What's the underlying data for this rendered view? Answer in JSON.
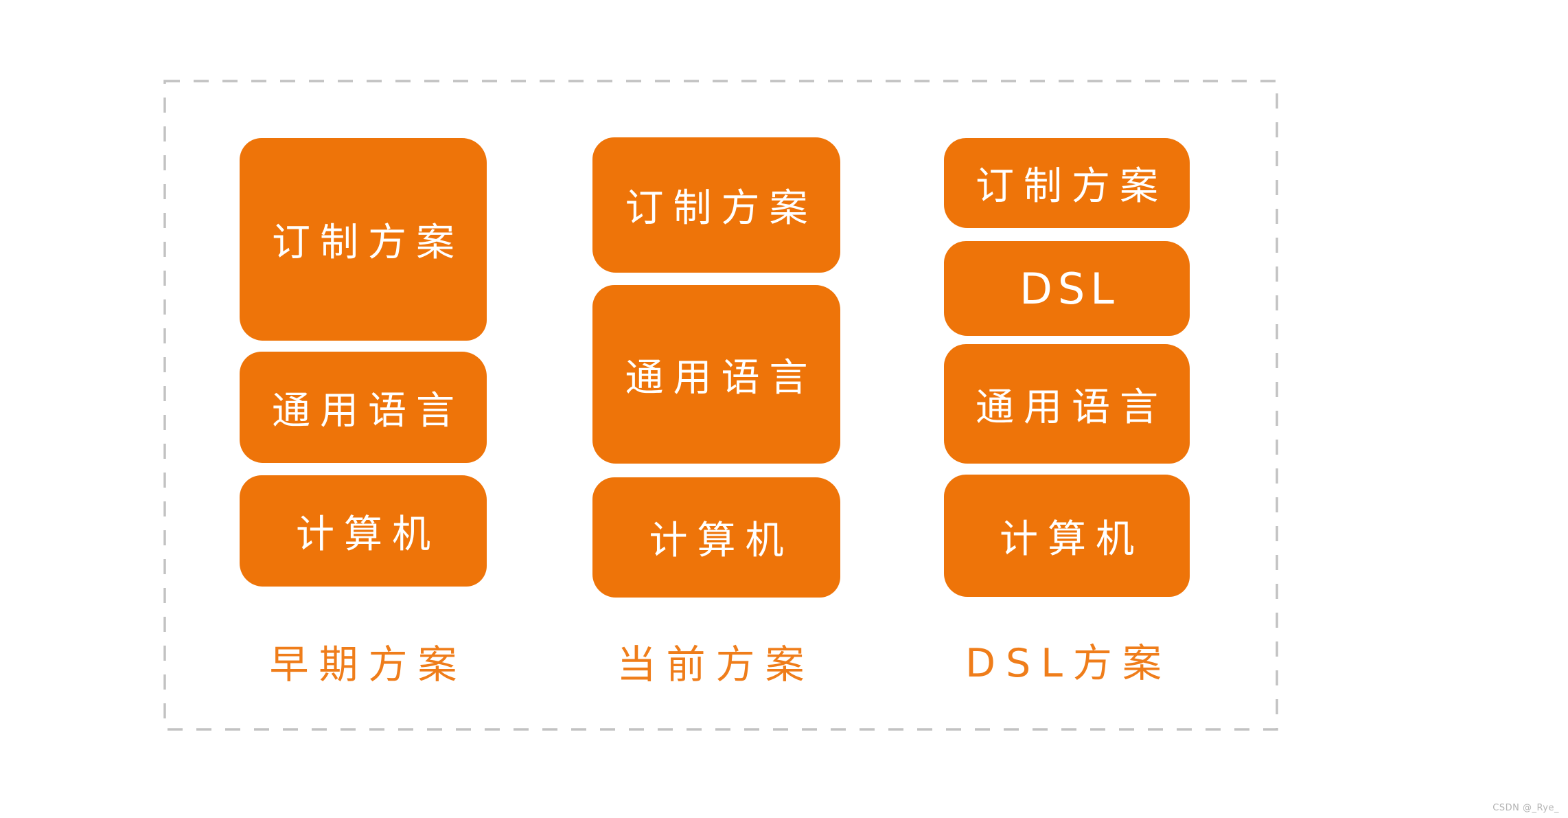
{
  "page": {
    "background_color": "#FFFFFF"
  },
  "colors": {
    "box_fill": "#EE7409",
    "box_text": "#FFFFFF",
    "column_label_text": "#EF7D1A",
    "boundary_dash": "#C2C2C2",
    "watermark_text": "#B3B3B3"
  },
  "diagram": {
    "columns": [
      {
        "label": "早期方案",
        "boxes": [
          {
            "label": "订制方案"
          },
          {
            "label": "通用语言"
          },
          {
            "label": "计算机"
          }
        ]
      },
      {
        "label": "当前方案",
        "boxes": [
          {
            "label": "订制方案"
          },
          {
            "label": "通用语言"
          },
          {
            "label": "计算机"
          }
        ]
      },
      {
        "label": "DSL方案",
        "boxes": [
          {
            "label": "订制方案"
          },
          {
            "label": "DSL"
          },
          {
            "label": "通用语言"
          },
          {
            "label": "计算机"
          }
        ]
      }
    ]
  },
  "watermark": {
    "text": "CSDN @_Rye_"
  }
}
